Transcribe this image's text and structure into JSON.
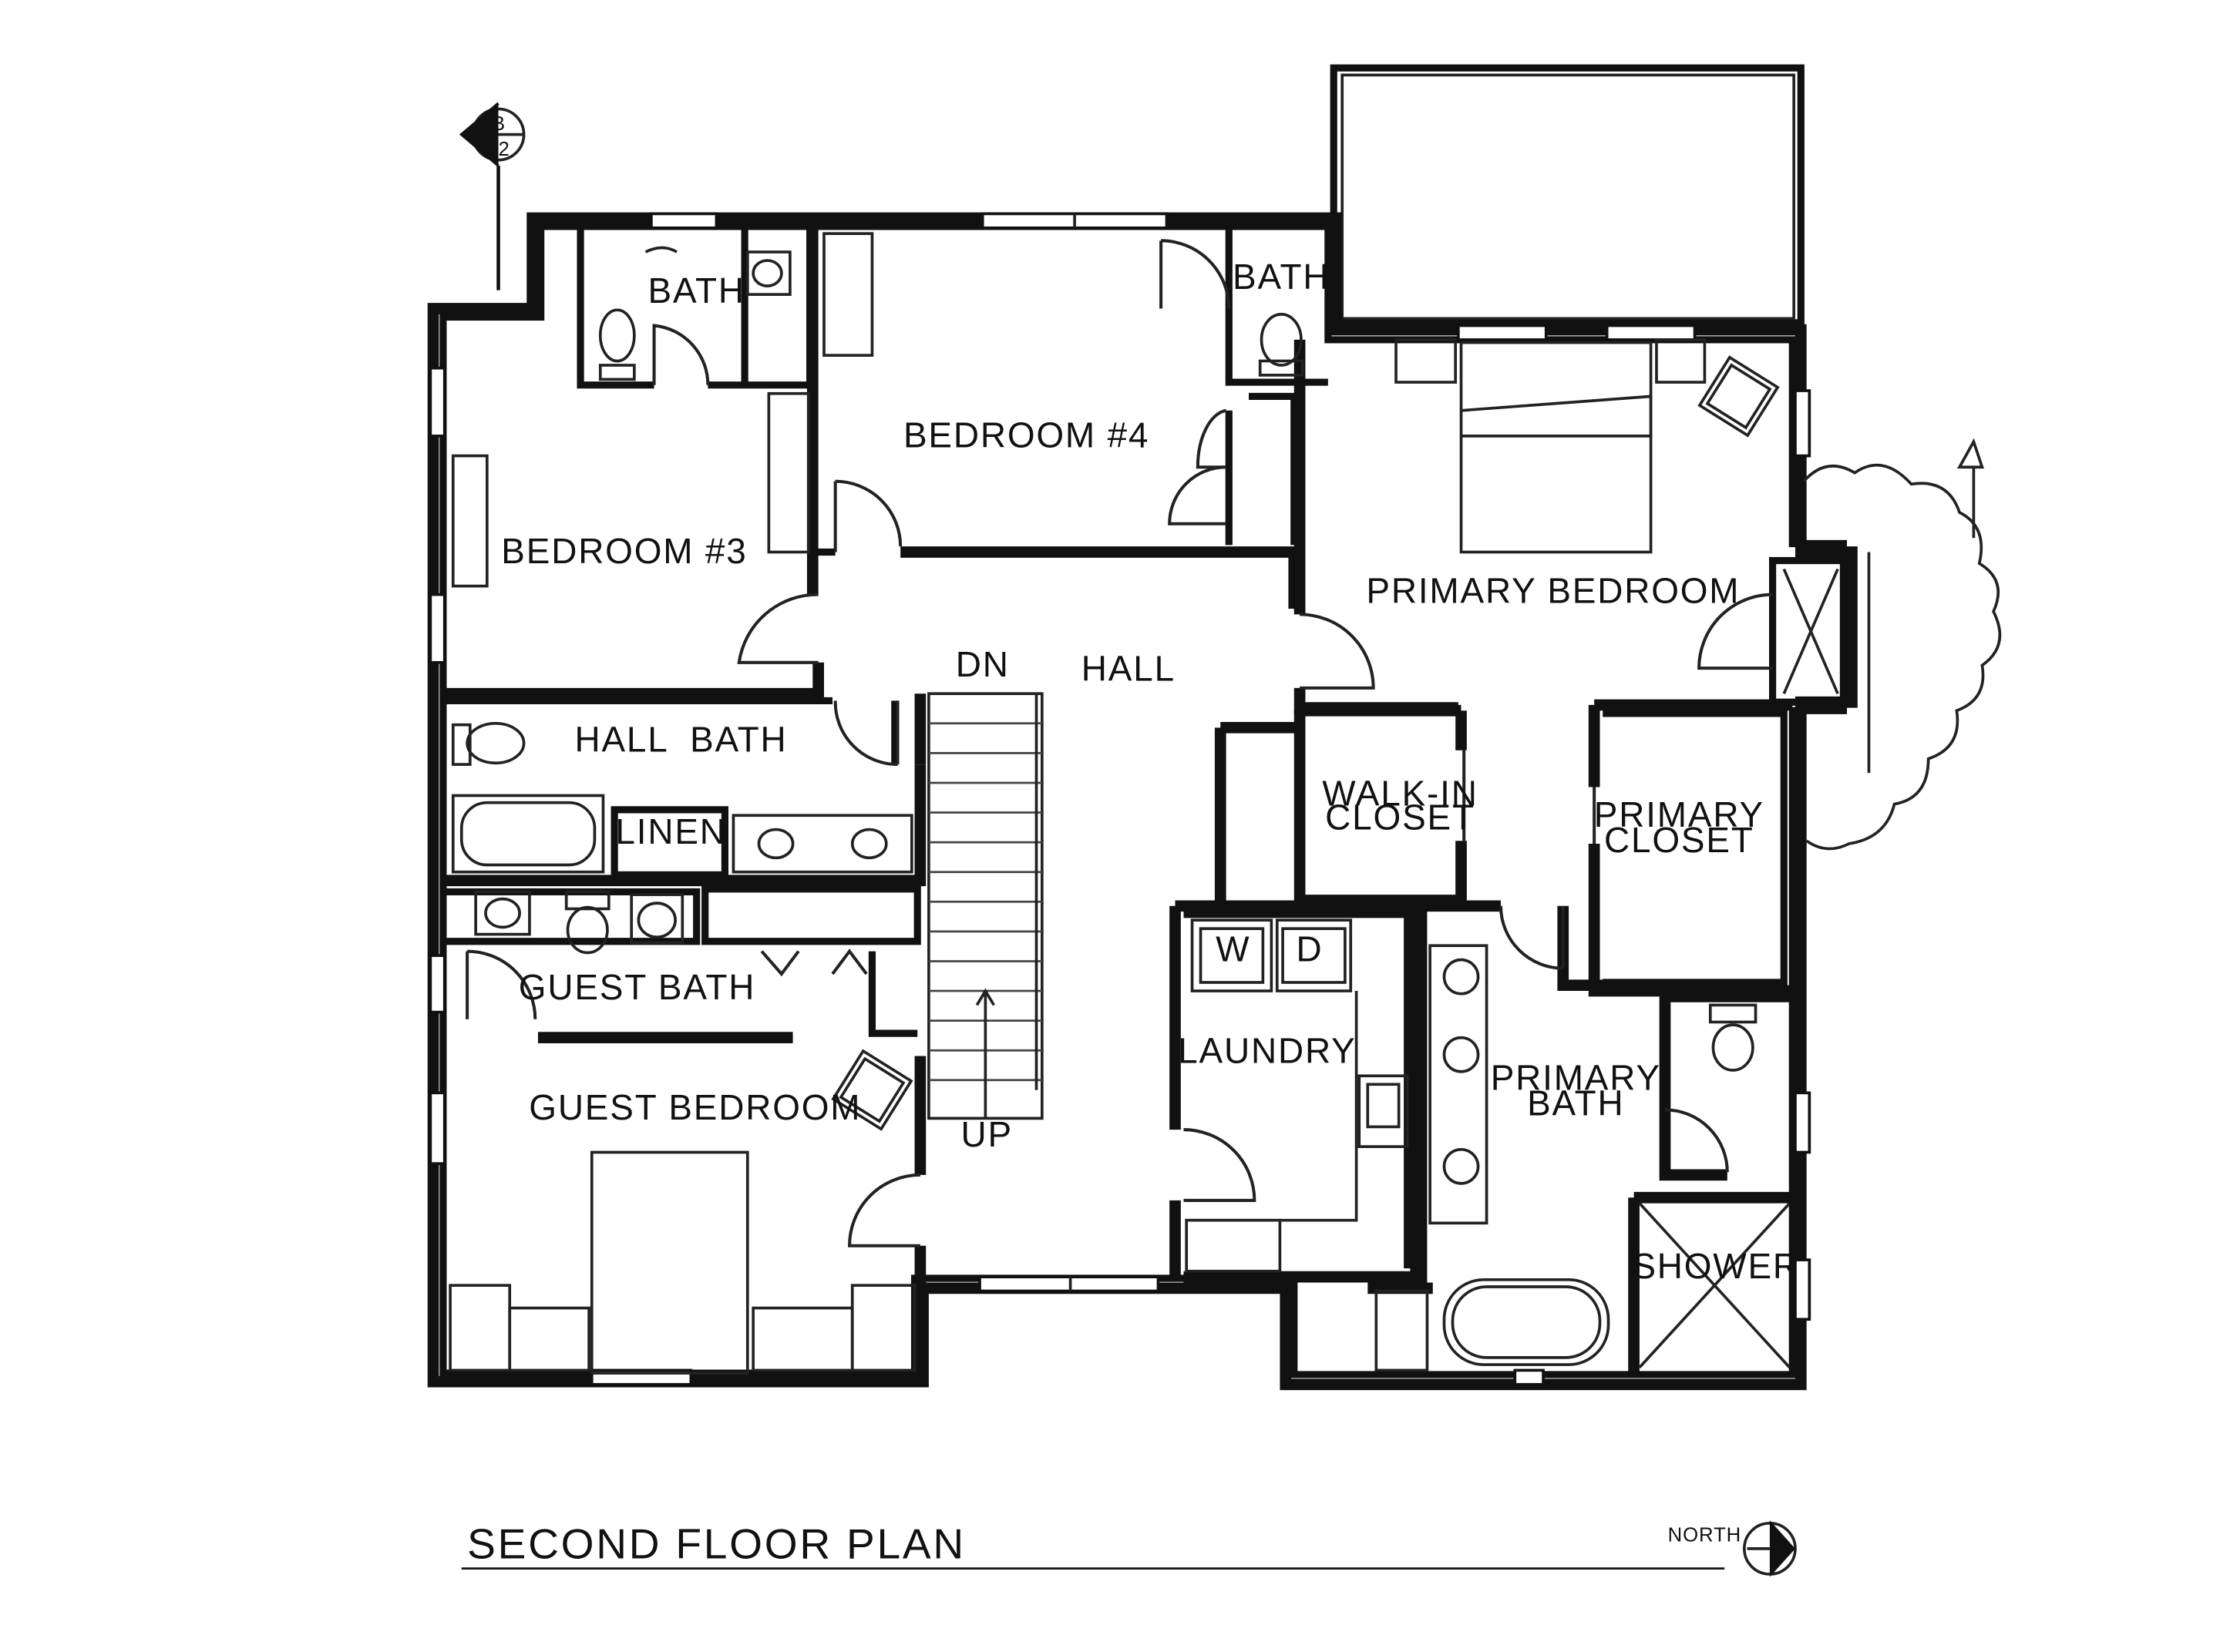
{
  "title": "SECOND FLOOR PLAN",
  "north_label": "NORTH",
  "section_marker": {
    "letter": "B",
    "number": "12"
  },
  "rooms": {
    "bath_top_left": "BATH",
    "bath_top_right": "BATH",
    "bedroom_4": "BEDROOM #4",
    "bedroom_3": "BEDROOM #3",
    "primary_bedroom": "PRIMARY BEDROOM",
    "hall": "HALL",
    "dn": "DN",
    "up": "UP",
    "hall_bath": "HALL  BATH",
    "linen": "LINEN",
    "walkin_line1": "WALK-IN",
    "walkin_line2": "CLOSET",
    "primary_closet_line1": "PRIMARY",
    "primary_closet_line2": "CLOSET",
    "guest_bath": "GUEST BATH",
    "laundry": "LAUNDRY",
    "washer": "W",
    "dryer": "D",
    "primary_bath_line1": "PRIMARY",
    "primary_bath_line2": "BATH",
    "guest_bedroom": "GUEST BEDROOM",
    "shower": "SHOWER"
  },
  "colors": {
    "line": "#111111",
    "background": "#ffffff"
  }
}
